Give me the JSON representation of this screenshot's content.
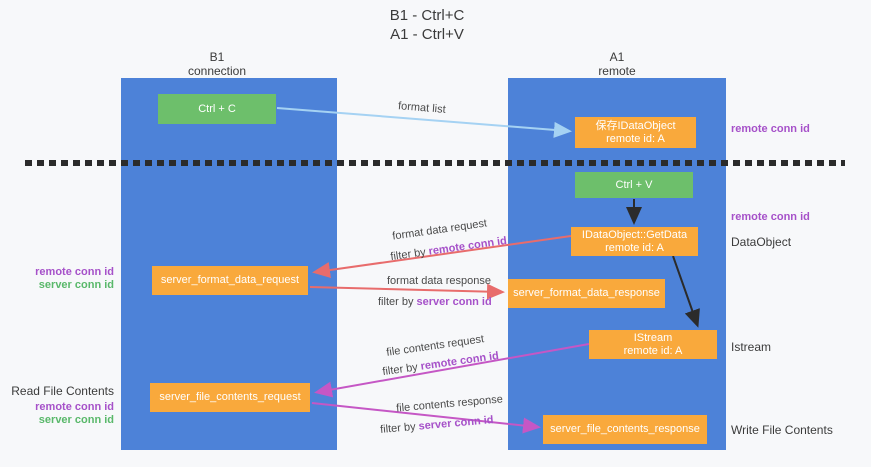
{
  "title": {
    "line1": "B1 - Ctrl+C",
    "line2": "A1 - Ctrl+V"
  },
  "columns": {
    "left": {
      "name": "B1",
      "subtitle": "connection"
    },
    "right": {
      "name": "A1",
      "subtitle": "remote"
    }
  },
  "nodes": {
    "ctrl_c": "Ctrl + C",
    "ctrl_v": "Ctrl + V",
    "save_dataobject_line1": "保存IDataObject",
    "save_dataobject_line2": "remote id: A",
    "getdata_line1": "IDataObject::GetData",
    "getdata_line2": "remote id: A",
    "istream_line1": "IStream",
    "istream_line2": "remote id: A",
    "format_request": "server_format_data_request",
    "format_response": "server_format_data_response",
    "file_request": "server_file_contents_request",
    "file_response": "server_file_contents_response"
  },
  "labels": {
    "format_list": "format list",
    "filter_by": "filter by ",
    "remote_conn_id": "remote conn id",
    "server_conn_id": "server conn id",
    "format_data_request": "format data request",
    "format_data_response": "format data response",
    "file_contents_request": "file contents request",
    "file_contents_response": "file contents response",
    "dataobject": "DataObject",
    "istream": "Istream",
    "read_file_contents": "Read File Contents",
    "write_file_contents": "Write File Contents"
  },
  "colors": {
    "background": "#f7f8fa",
    "column_blue": "#4d82d8",
    "box_green": "#6dbf6b",
    "box_orange": "#f9a93c",
    "arrow_light_blue": "#a5d2f3",
    "arrow_red": "#e86c6c",
    "arrow_magenta": "#c557c5",
    "arrow_black": "#2b2b2b",
    "text_purple": "#a651c9",
    "text_green": "#59b86a",
    "text_dark": "#3b3b3b"
  }
}
